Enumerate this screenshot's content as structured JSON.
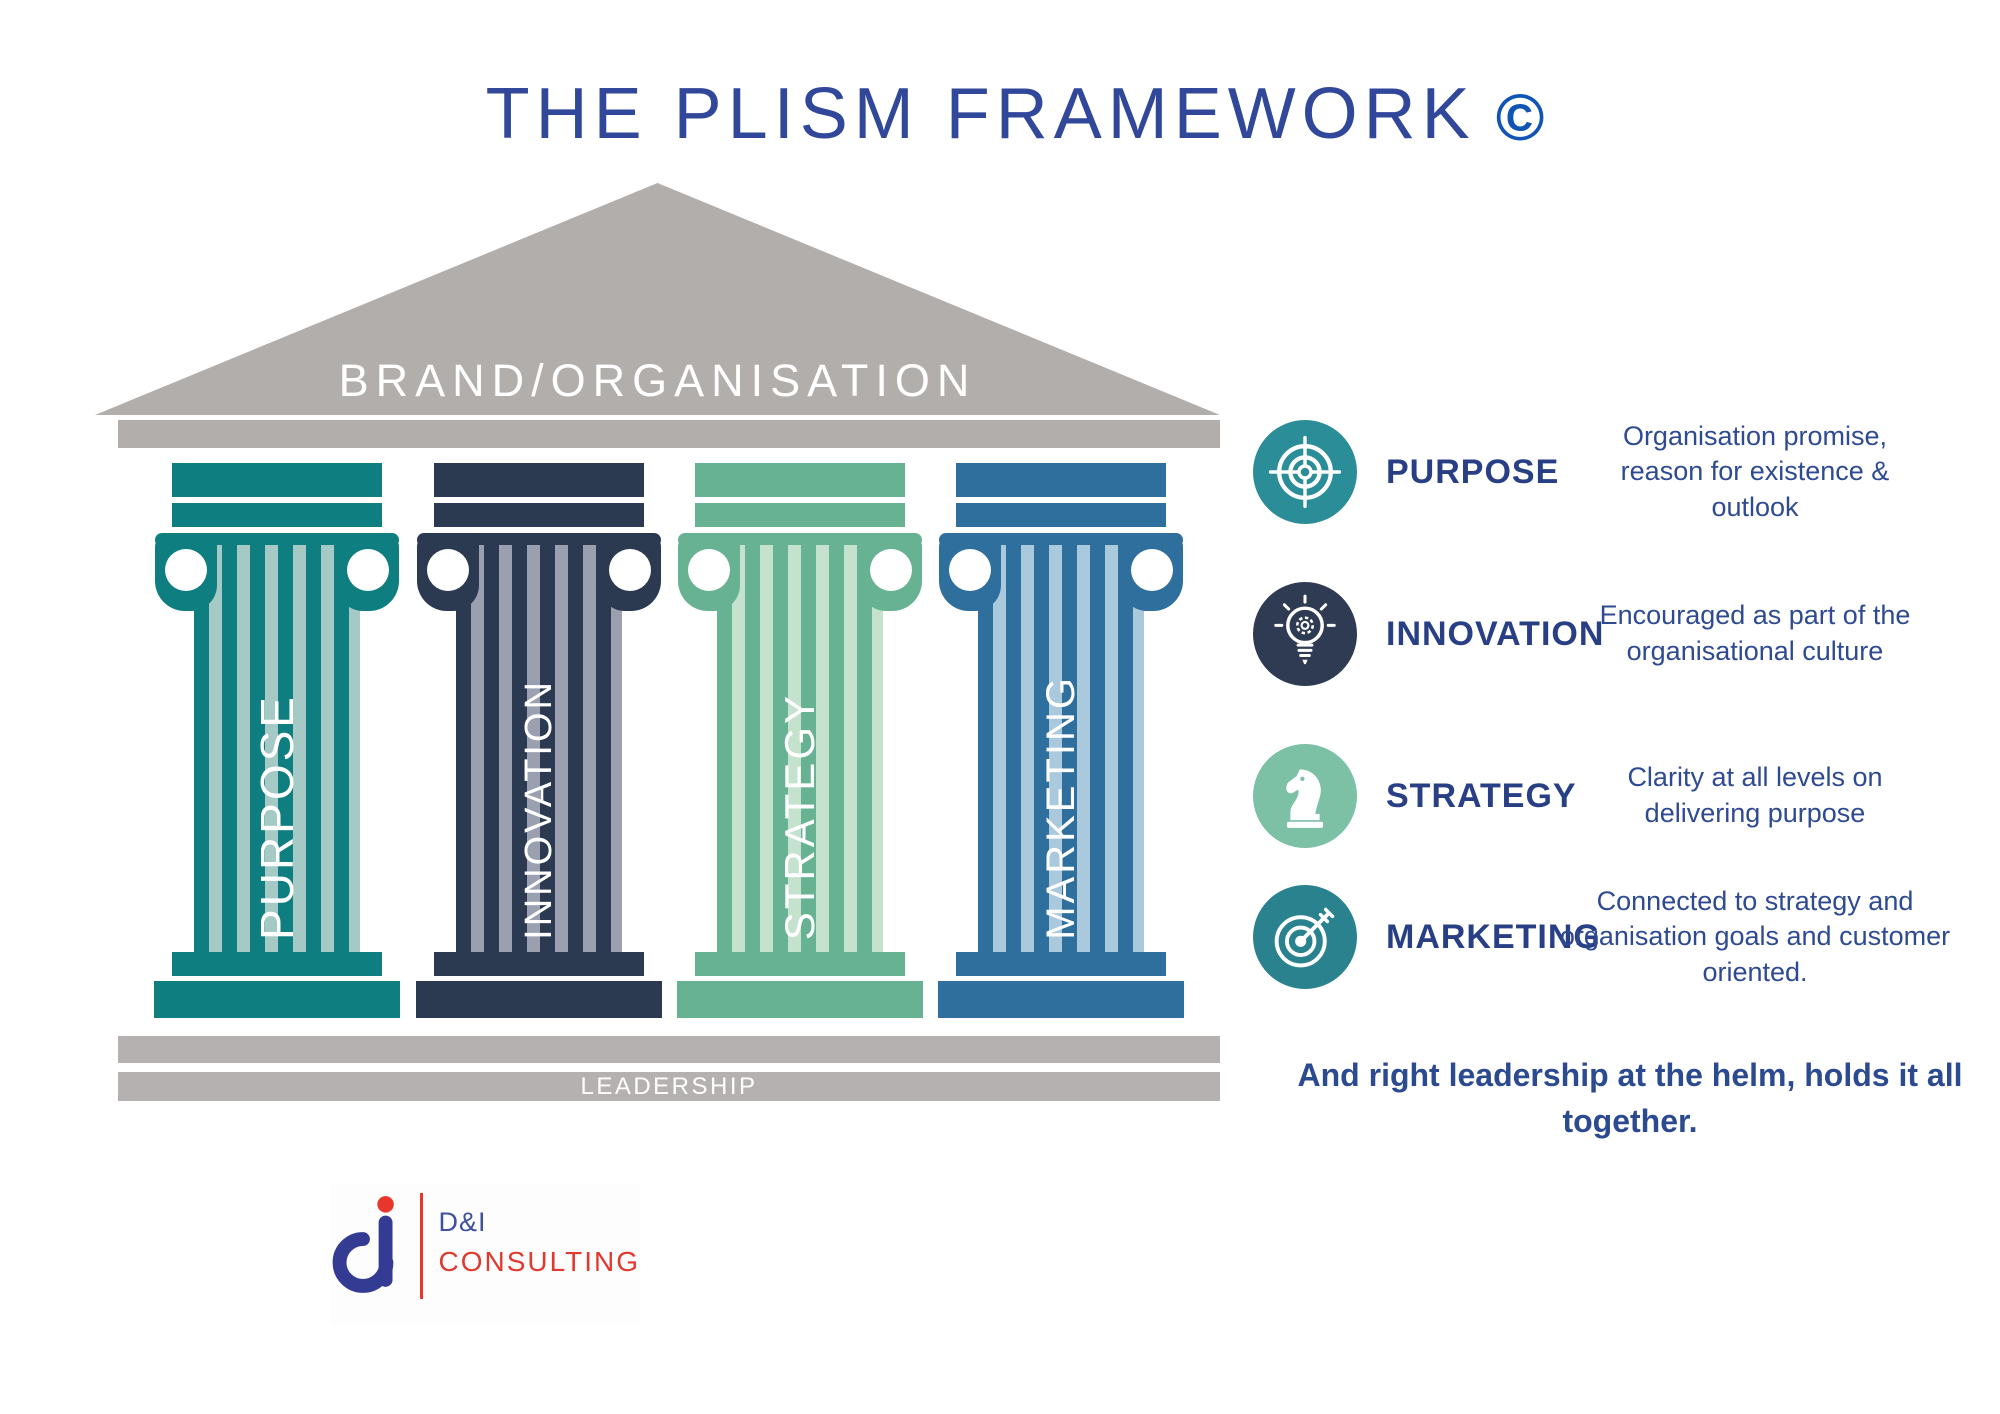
{
  "title": {
    "text": "THE PLISM FRAMEWORK",
    "copyright": "©"
  },
  "temple": {
    "roof_label": "BRAND/ORGANISATION",
    "base_label": "LEADERSHIP",
    "roof_color": "#b2aeac",
    "base_color": "#b5b1b0",
    "pillars": [
      {
        "label": "PURPOSE",
        "color": "#0f7e81",
        "flute_color": "#a5c9c5"
      },
      {
        "label": "INNOVATION",
        "color": "#2b3951",
        "flute_color": "#9aa0b0"
      },
      {
        "label": "STRATEGY",
        "color": "#68b294",
        "flute_color": "#c5e2cf"
      },
      {
        "label": "MARKETING",
        "color": "#2f6f9e",
        "flute_color": "#abc9dd"
      }
    ]
  },
  "legend": {
    "items": [
      {
        "icon": "target-crosshair-icon",
        "icon_color": "#2b8d97",
        "label": "PURPOSE",
        "description": "Organisation promise, reason for existence & outlook"
      },
      {
        "icon": "lightbulb-gear-icon",
        "icon_color": "#2e3b53",
        "label": "INNOVATION",
        "description": "Encouraged as part of the organisational culture"
      },
      {
        "icon": "chess-knight-icon",
        "icon_color": "#7cc0a5",
        "label": "STRATEGY",
        "description": "Clarity at all levels on delivering purpose"
      },
      {
        "icon": "dartboard-arrow-icon",
        "icon_color": "#2a828e",
        "label": "MARKETING",
        "description": "Connected to strategy and organisation goals and customer oriented."
      }
    ],
    "statement": "And right leadership at the helm, holds it all together."
  },
  "logo": {
    "line1": "D&I",
    "line2": "CONSULTING",
    "blue": "#343b92",
    "red": "#e8362c"
  }
}
